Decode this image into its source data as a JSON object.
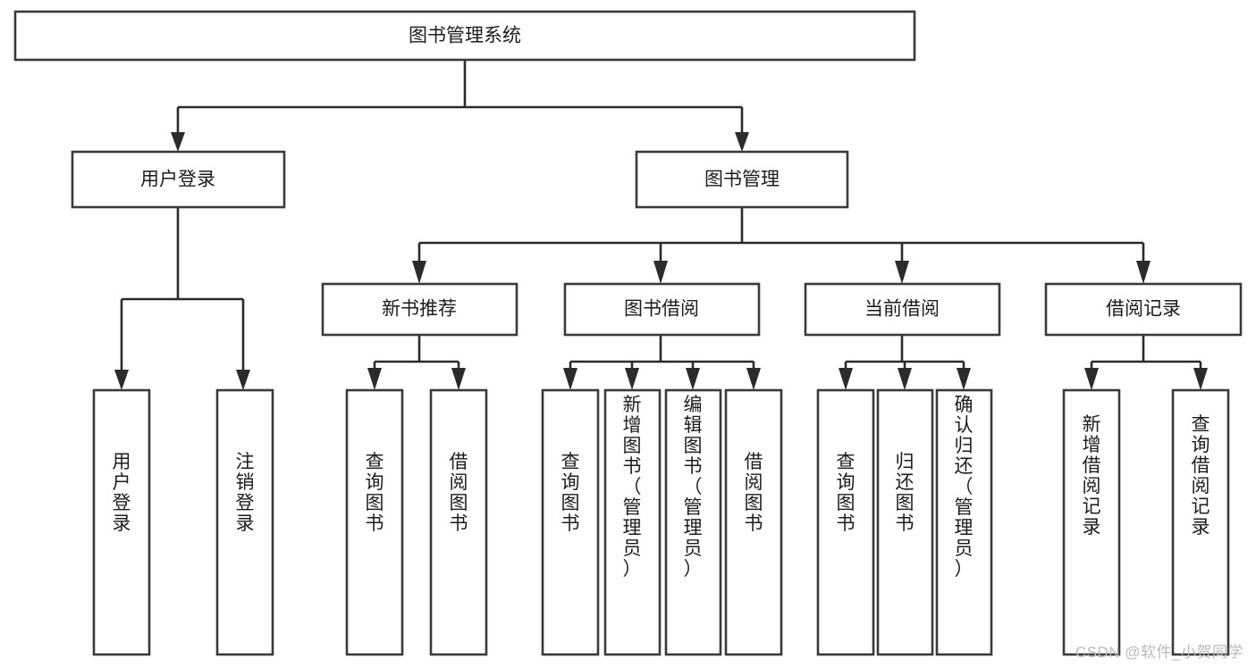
{
  "diagram": {
    "title": "图书管理系统",
    "type": "tree",
    "watermark": "CSDN @软件_小贺同学",
    "colors": {
      "box_stroke": "#3a3a3a",
      "box_fill": "#ffffff",
      "connector": "#2b2b2b",
      "label": "#1c1c1c",
      "watermark": "#b9b9b9",
      "background": "#ffffff"
    },
    "levels": {
      "root": {
        "label": "图书管理系统",
        "orientation": "horizontal"
      },
      "level2": [
        {
          "label": "用户登录",
          "orientation": "horizontal"
        },
        {
          "label": "图书管理",
          "orientation": "horizontal"
        }
      ],
      "level3": [
        {
          "label": "新书推荐",
          "orientation": "horizontal"
        },
        {
          "label": "图书借阅",
          "orientation": "horizontal"
        },
        {
          "label": "当前借阅",
          "orientation": "horizontal"
        },
        {
          "label": "借阅记录",
          "orientation": "horizontal"
        }
      ],
      "leaves": [
        {
          "label": "用户登录",
          "orientation": "vertical",
          "parent": "用户登录"
        },
        {
          "label": "注销登录",
          "orientation": "vertical",
          "parent": "用户登录"
        },
        {
          "label": "查询图书",
          "orientation": "vertical",
          "parent": "新书推荐"
        },
        {
          "label": "借阅图书",
          "orientation": "vertical",
          "parent": "新书推荐"
        },
        {
          "label": "查询图书",
          "orientation": "vertical",
          "parent": "图书借阅"
        },
        {
          "label": "新增图书（管理员）",
          "orientation": "vertical",
          "parent": "图书借阅"
        },
        {
          "label": "编辑图书（管理员）",
          "orientation": "vertical",
          "parent": "图书借阅"
        },
        {
          "label": "借阅图书",
          "orientation": "vertical",
          "parent": "图书借阅"
        },
        {
          "label": "查询图书",
          "orientation": "vertical",
          "parent": "当前借阅"
        },
        {
          "label": "归还图书",
          "orientation": "vertical",
          "parent": "当前借阅"
        },
        {
          "label": "确认归还（管理员）",
          "orientation": "vertical",
          "parent": "当前借阅"
        },
        {
          "label": "新增借阅记录",
          "orientation": "vertical",
          "parent": "借阅记录"
        },
        {
          "label": "查询借阅记录",
          "orientation": "vertical",
          "parent": "借阅记录"
        }
      ]
    }
  }
}
